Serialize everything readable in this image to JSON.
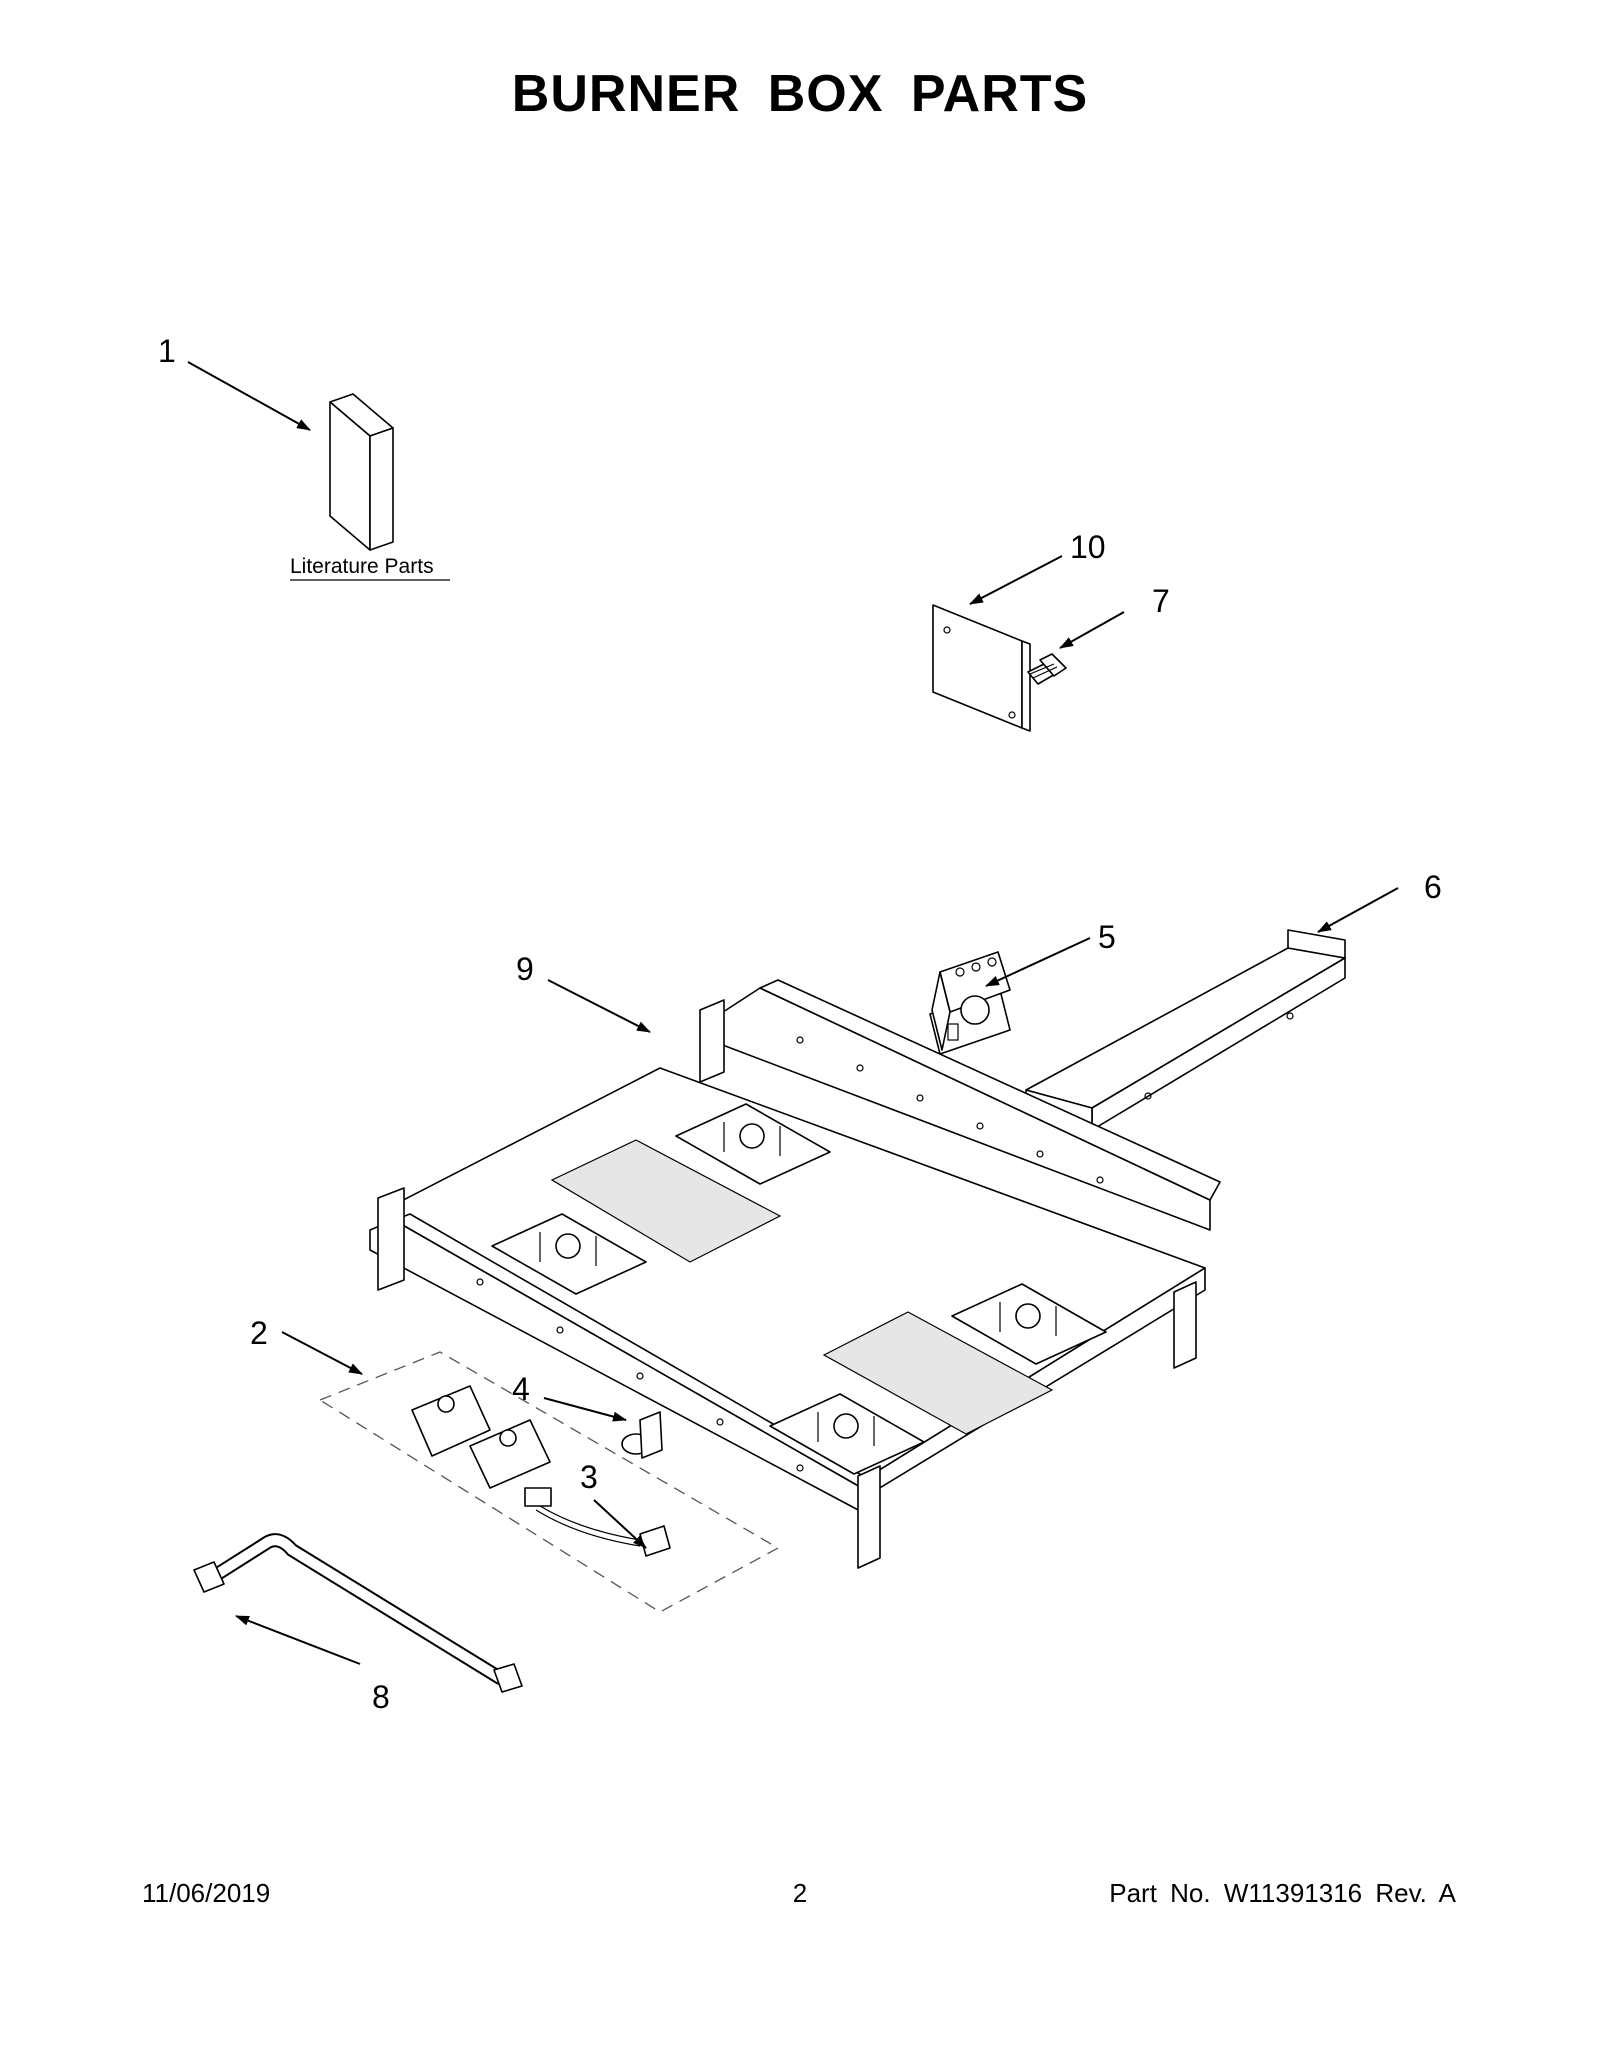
{
  "page": {
    "title": "BURNER BOX PARTS",
    "footer": {
      "date": "11/06/2019",
      "page_number": "2",
      "part_number": "Part No.  W11391316  Rev.  A"
    }
  },
  "diagram": {
    "literature_label": "Literature Parts",
    "callouts": [
      "1",
      "2",
      "3",
      "4",
      "5",
      "6",
      "7",
      "8",
      "9",
      "10"
    ]
  }
}
